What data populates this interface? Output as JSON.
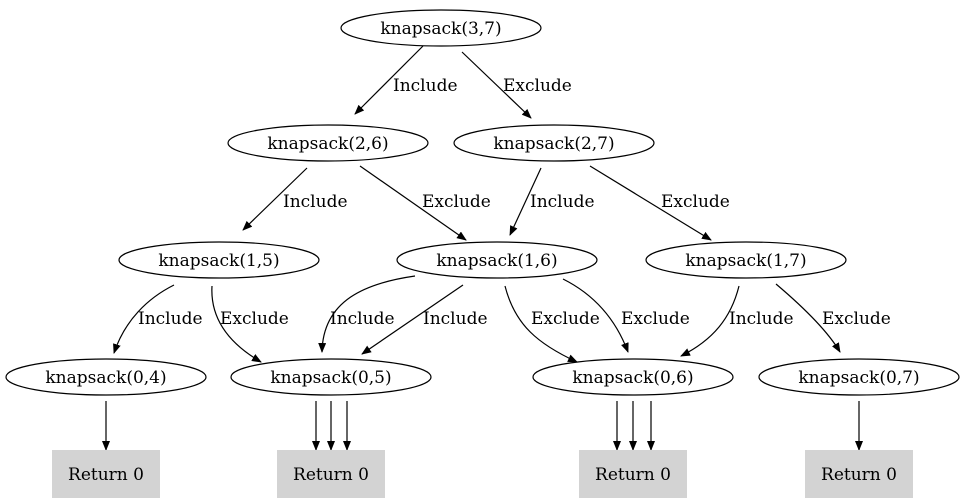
{
  "colors": {
    "background": "#ffffff",
    "stroke": "#000000",
    "leaf_fill": "#d3d3d3"
  },
  "nodes": [
    {
      "id": "n37",
      "label": "knapsack(3,7)",
      "shape": "ellipse"
    },
    {
      "id": "n26",
      "label": "knapsack(2,6)",
      "shape": "ellipse"
    },
    {
      "id": "n27",
      "label": "knapsack(2,7)",
      "shape": "ellipse"
    },
    {
      "id": "n15",
      "label": "knapsack(1,5)",
      "shape": "ellipse"
    },
    {
      "id": "n16",
      "label": "knapsack(1,6)",
      "shape": "ellipse"
    },
    {
      "id": "n17",
      "label": "knapsack(1,7)",
      "shape": "ellipse"
    },
    {
      "id": "n04",
      "label": "knapsack(0,4)",
      "shape": "ellipse"
    },
    {
      "id": "n05",
      "label": "knapsack(0,5)",
      "shape": "ellipse"
    },
    {
      "id": "n06",
      "label": "knapsack(0,6)",
      "shape": "ellipse"
    },
    {
      "id": "n07",
      "label": "knapsack(0,7)",
      "shape": "ellipse"
    },
    {
      "id": "r04",
      "label": "Return 0",
      "shape": "box"
    },
    {
      "id": "r05",
      "label": "Return 0",
      "shape": "box"
    },
    {
      "id": "r06",
      "label": "Return 0",
      "shape": "box"
    },
    {
      "id": "r07",
      "label": "Return 0",
      "shape": "box"
    }
  ],
  "edges": [
    {
      "from": "n37",
      "to": "n26",
      "label": "Include"
    },
    {
      "from": "n37",
      "to": "n27",
      "label": "Exclude"
    },
    {
      "from": "n26",
      "to": "n15",
      "label": "Include"
    },
    {
      "from": "n26",
      "to": "n16",
      "label": "Exclude"
    },
    {
      "from": "n27",
      "to": "n16",
      "label": "Include"
    },
    {
      "from": "n27",
      "to": "n17",
      "label": "Exclude"
    },
    {
      "from": "n15",
      "to": "n04",
      "label": "Include"
    },
    {
      "from": "n15",
      "to": "n05",
      "label": "Exclude"
    },
    {
      "from": "n16",
      "to": "n05",
      "label": "Include"
    },
    {
      "from": "n16",
      "to": "n05",
      "label": "Include"
    },
    {
      "from": "n16",
      "to": "n06",
      "label": "Exclude"
    },
    {
      "from": "n16",
      "to": "n06",
      "label": "Exclude"
    },
    {
      "from": "n17",
      "to": "n06",
      "label": "Include"
    },
    {
      "from": "n17",
      "to": "n07",
      "label": "Exclude"
    },
    {
      "from": "n04",
      "to": "r04",
      "label": ""
    },
    {
      "from": "n05",
      "to": "r05",
      "label": ""
    },
    {
      "from": "n05",
      "to": "r05",
      "label": ""
    },
    {
      "from": "n05",
      "to": "r05",
      "label": ""
    },
    {
      "from": "n06",
      "to": "r06",
      "label": ""
    },
    {
      "from": "n06",
      "to": "r06",
      "label": ""
    },
    {
      "from": "n06",
      "to": "r06",
      "label": ""
    },
    {
      "from": "n07",
      "to": "r07",
      "label": ""
    }
  ]
}
